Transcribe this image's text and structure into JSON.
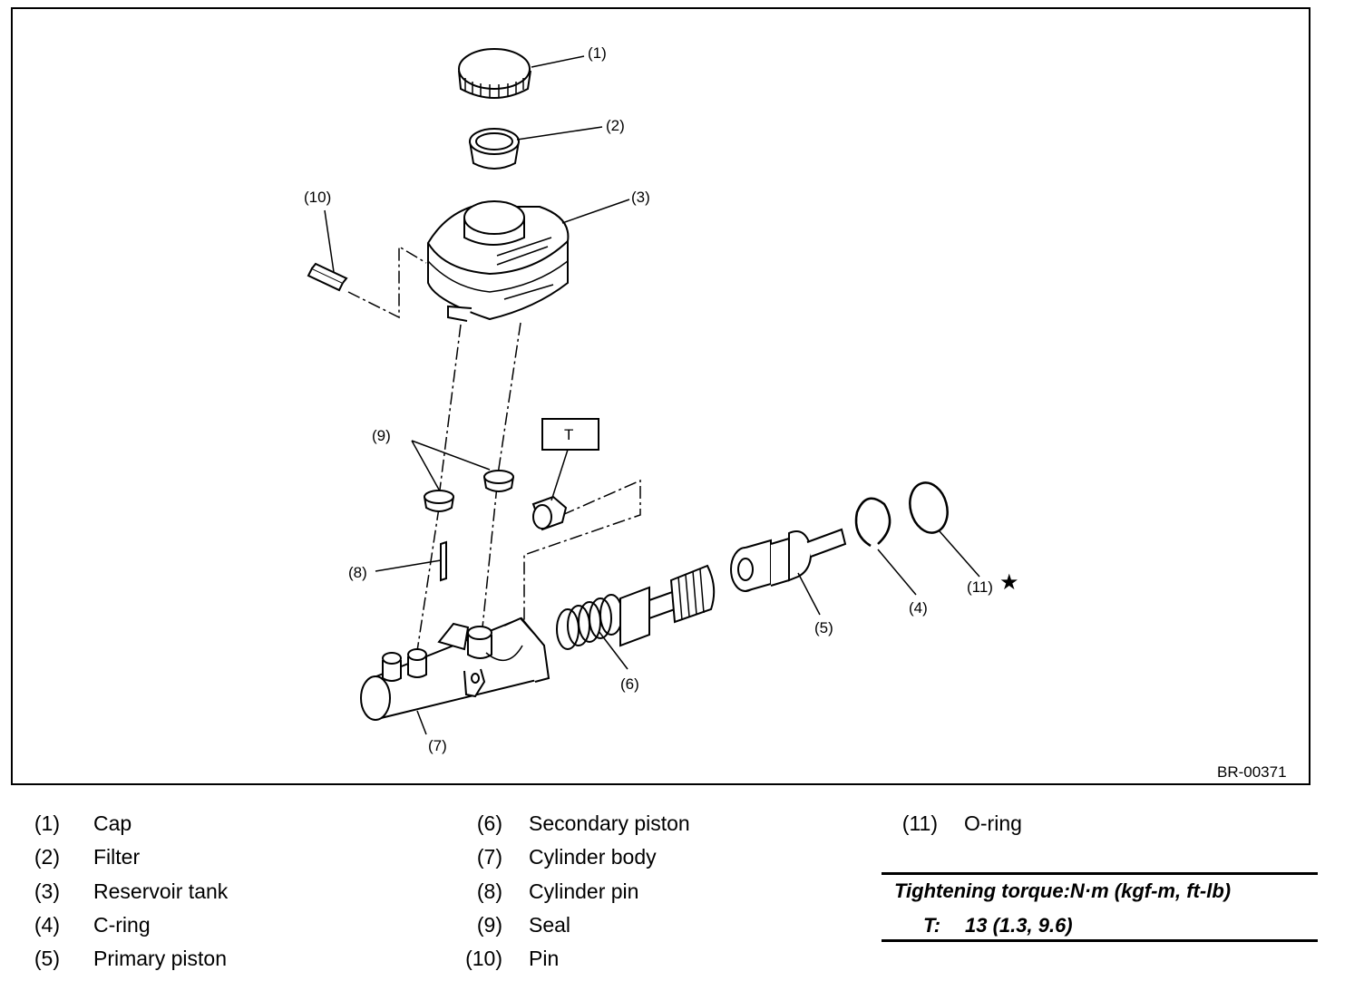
{
  "figure_code": "BR-00371",
  "callouts": {
    "c1": "(1)",
    "c2": "(2)",
    "c3": "(3)",
    "c4": "(4)",
    "c5": "(5)",
    "c6": "(6)",
    "c7": "(7)",
    "c8": "(8)",
    "c9": "(9)",
    "c10": "(10)",
    "c11": "(11)",
    "star": "★",
    "t_box": "T"
  },
  "legend": [
    {
      "num": "(1)",
      "name": "Cap"
    },
    {
      "num": "(2)",
      "name": "Filter"
    },
    {
      "num": "(3)",
      "name": "Reservoir tank"
    },
    {
      "num": "(4)",
      "name": "C-ring"
    },
    {
      "num": "(5)",
      "name": "Primary piston"
    },
    {
      "num": "(6)",
      "name": "Secondary piston"
    },
    {
      "num": "(7)",
      "name": "Cylinder body"
    },
    {
      "num": "(8)",
      "name": "Cylinder pin"
    },
    {
      "num": "(9)",
      "name": "Seal"
    },
    {
      "num": "(10)",
      "name": "Pin"
    },
    {
      "num": "(11)",
      "name": "O-ring"
    }
  ],
  "torque": {
    "heading": "Tightening torque:N·m (kgf-m, ft-lb)",
    "label": "T:",
    "value": "13 (1.3, 9.6)"
  }
}
